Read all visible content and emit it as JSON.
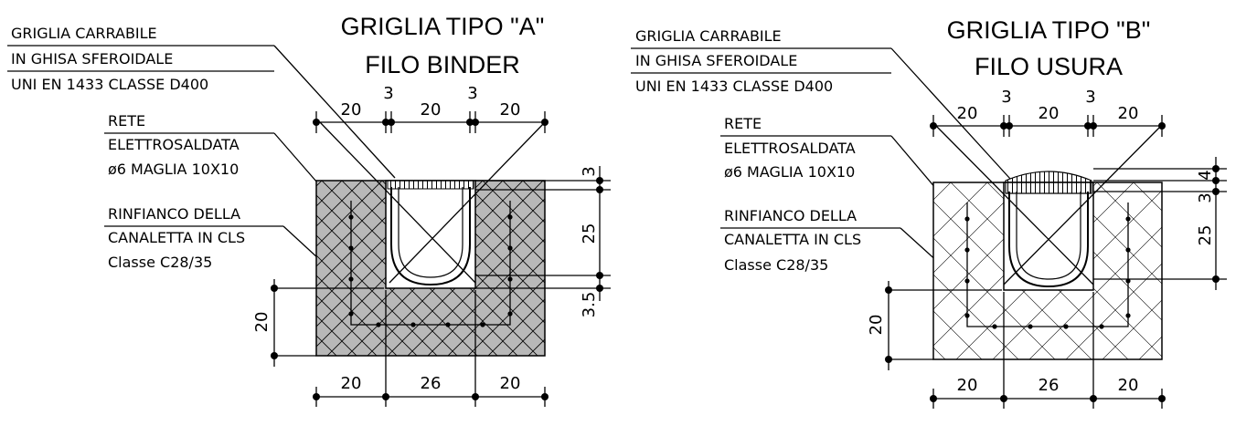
{
  "left": {
    "title_line1": "GRIGLIA TIPO \"A\"",
    "title_line2": "FILO BINDER",
    "label_grid_1": "GRIGLIA CARRABILE",
    "label_grid_2": "IN GHISA SFEROIDALE",
    "label_grid_3": "UNI EN 1433 CLASSE D400",
    "label_mesh_1": "RETE",
    "label_mesh_2": "ELETTROSALDATA",
    "label_mesh_3": "ø6 MAGLIA 10X10",
    "label_fill_1": "RINFIANCO DELLA",
    "label_fill_2": "CANALETTA IN CLS",
    "label_fill_3": "Classe C28/35",
    "dim_top": [
      "20",
      "3",
      "20",
      "3",
      "20"
    ],
    "dim_bottom": [
      "20",
      "26",
      "20"
    ],
    "dim_right": [
      "3",
      "25",
      "3.5"
    ],
    "dim_left": "20"
  },
  "right": {
    "title_line1": "GRIGLIA TIPO \"B\"",
    "title_line2": "FILO USURA",
    "label_grid_1": "GRIGLIA CARRABILE",
    "label_grid_2": "IN GHISA SFEROIDALE",
    "label_grid_3": "UNI EN 1433 CLASSE D400",
    "label_mesh_1": "RETE",
    "label_mesh_2": "ELETTROSALDATA",
    "label_mesh_3": "ø6 MAGLIA 10X10",
    "label_fill_1": "RINFIANCO DELLA",
    "label_fill_2": "CANALETTA IN CLS",
    "label_fill_3": "Classe C28/35",
    "dim_top": [
      "20",
      "3",
      "20",
      "3",
      "20"
    ],
    "dim_bottom": [
      "20",
      "26",
      "20"
    ],
    "dim_right": [
      "4",
      "3",
      "25"
    ],
    "dim_left": "20"
  },
  "colors": {
    "concrete_fill": "#b8b8b8",
    "line": "#000000"
  }
}
